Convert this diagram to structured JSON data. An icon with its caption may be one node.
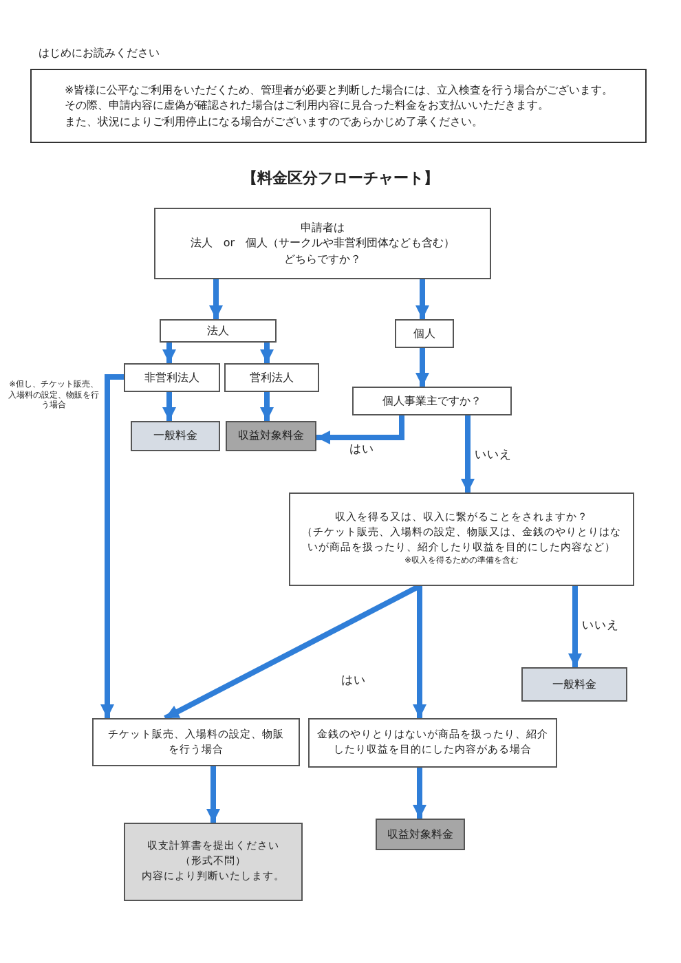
{
  "diagram": {
    "title": "【料金区分フローチャート】",
    "nodes": [
      {
        "text": [
          "※皆様に公平なご利用をいただくため、管理者が必要と判断した場合には、立入検査を行う場合がございます。",
          "その際、申請内容に虚偽が確認された場合はご利用内容に見合った料金をお支払いいただきます。",
          "また、状況によりご利用停止になる場合がございますのであらかじめ了承ください。"
        ]
      },
      {
        "text": [
          "申請者は",
          "法人　or　個人（サークルや非営利団体なども含む）",
          "どちらですか？"
        ]
      },
      {
        "text": [
          "法人"
        ]
      },
      {
        "text": [
          "個人"
        ]
      },
      {
        "text": [
          "非営利法人"
        ]
      },
      {
        "text": [
          "営利法人"
        ]
      },
      {
        "text": [
          "一般料金"
        ]
      },
      {
        "text": [
          "収益対象料金"
        ]
      },
      {
        "text": [
          "個人事業主ですか？"
        ]
      },
      {
        "text": [
          "収入を得る又は、収入に繋がることをされますか？",
          "（チケット販売、入場料の設定、物販又は、金銭のやりとりはないが商品を扱ったり、紹介したり収益を目的にした内容など）",
          "※収入を得るための準備を含む"
        ]
      },
      {
        "text": [
          "一般料金"
        ]
      },
      {
        "text": [
          "チケット販売、入場料の設定、物販を行う場合"
        ]
      },
      {
        "text": [
          "金銭のやりとりはないが商品を扱ったり、紹介したり収益を目的にした内容がある場合"
        ]
      },
      {
        "text": [
          "収支計算書を提出ください（形式不問）",
          "内容により判断いたします。"
        ]
      },
      {
        "text": [
          "収益対象料金"
        ]
      }
    ],
    "edges": [
      {
        "from": 1,
        "to": 2,
        "arrow": "to"
      },
      {
        "from": 1,
        "to": 3,
        "arrow": "to"
      },
      {
        "from": 2,
        "to": 4,
        "arrow": "to"
      },
      {
        "from": 2,
        "to": 5,
        "arrow": "to"
      },
      {
        "from": 4,
        "to": 6,
        "arrow": "to"
      },
      {
        "from": 5,
        "to": 7,
        "arrow": "to"
      },
      {
        "from": 3,
        "to": 8,
        "arrow": "to"
      },
      {
        "from": 8,
        "to": 7,
        "arrow": "to",
        "label": "はい"
      },
      {
        "from": 8,
        "to": 9,
        "arrow": "to",
        "label": "いいえ"
      },
      {
        "from": 9,
        "to": 10,
        "arrow": "to",
        "label": "いいえ"
      },
      {
        "from": 9,
        "to": 11,
        "arrow": "to",
        "label": "はい"
      },
      {
        "from": 9,
        "to": 12,
        "arrow": "to"
      },
      {
        "from": 4,
        "to": 11,
        "arrow": "to",
        "label": "※但し、チケット販売、入場料の設定、物販を行う場合"
      },
      {
        "from": 11,
        "to": 13,
        "arrow": "to"
      },
      {
        "from": 12,
        "to": 14,
        "arrow": "to"
      }
    ],
    "labels": [
      "はじめにお読みください"
    ]
  }
}
